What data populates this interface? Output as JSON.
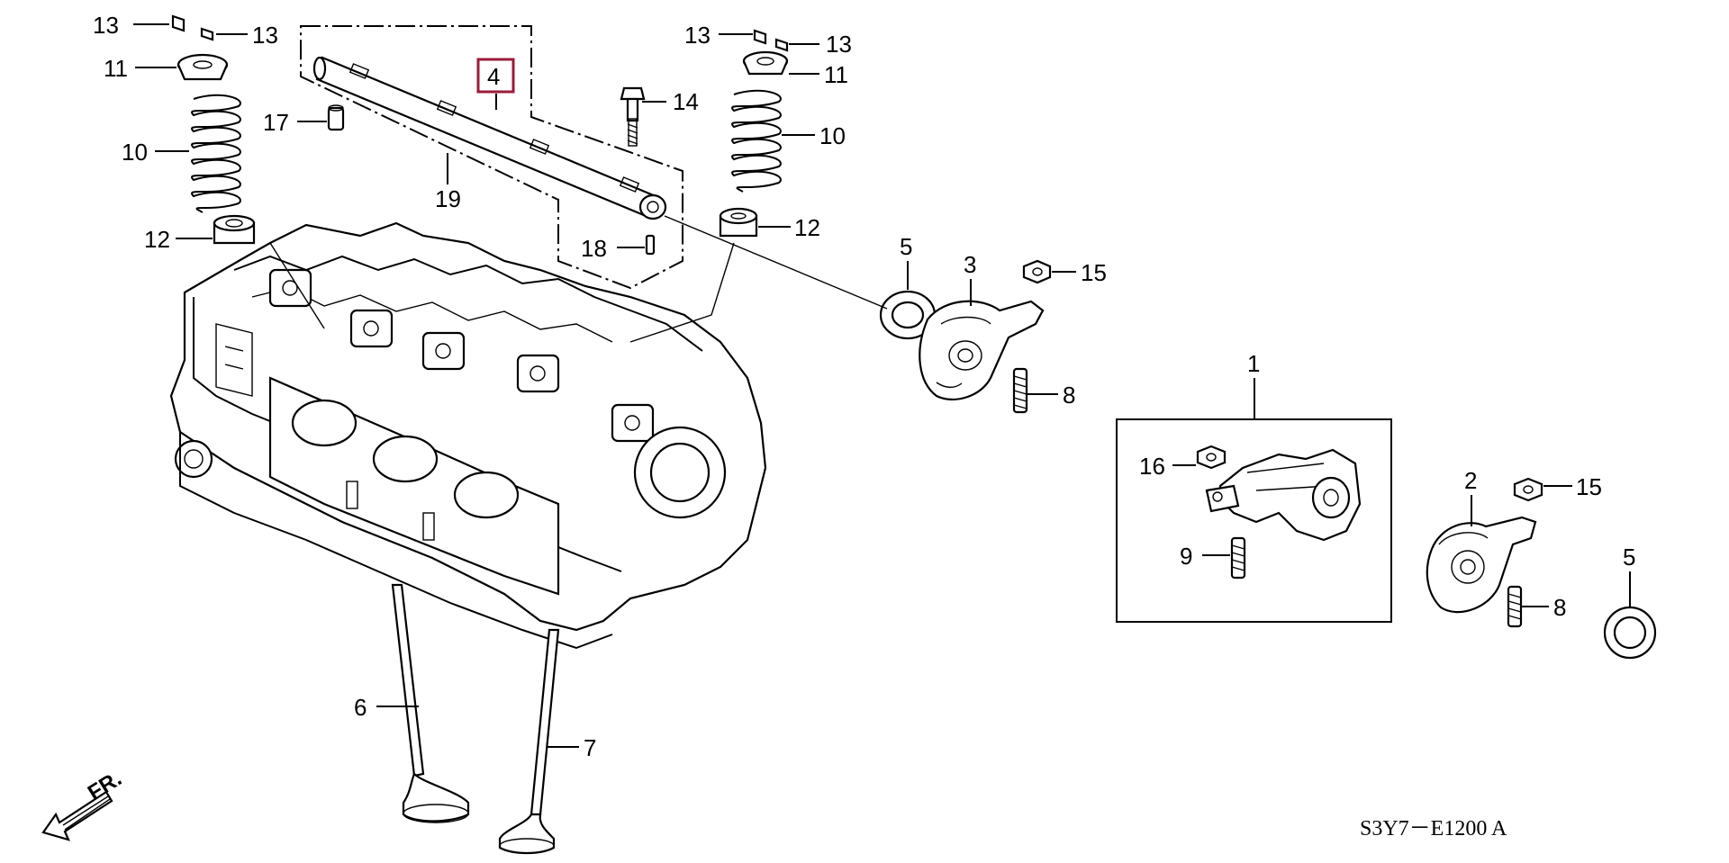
{
  "diagram": {
    "callouts": {
      "c1": "1",
      "c2": "2",
      "c3": "3",
      "c4": "4",
      "c5a": "5",
      "c5b": "5",
      "c6": "6",
      "c7": "7",
      "c8a": "8",
      "c8b": "8",
      "c9": "9",
      "c10a": "10",
      "c10b": "10",
      "c11a": "11",
      "c11b": "11",
      "c12a": "12",
      "c12b": "12",
      "c13a": "13",
      "c13b": "13",
      "c13c": "13",
      "c13d": "13",
      "c14": "14",
      "c15a": "15",
      "c15b": "15",
      "c16": "16",
      "c17": "17",
      "c18": "18",
      "c19": "19"
    },
    "highlighted_part": "4",
    "highlight_color": "#9b1b3a",
    "front_label": "FR.",
    "diagram_code": "S3Y7－E1200 A"
  }
}
